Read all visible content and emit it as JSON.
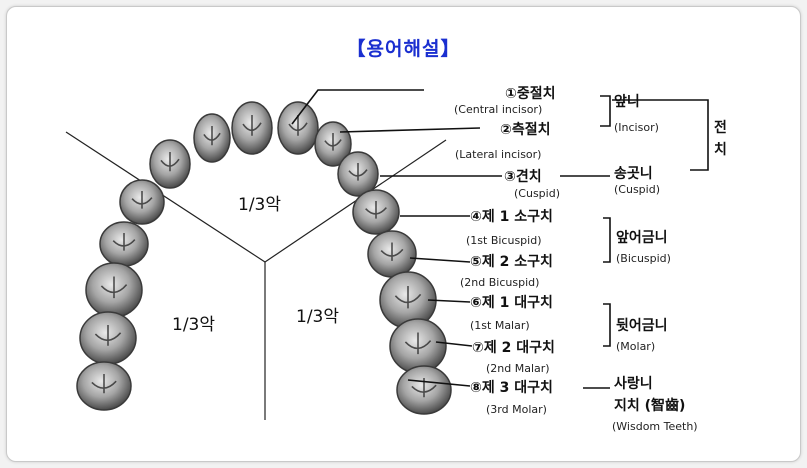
{
  "title": "【용어해설】",
  "colors": {
    "title": "#1a2fd0",
    "frame_border": "#c9c9c9",
    "tooth": "#6a6a6a"
  },
  "sections": [
    "1/3악",
    "1/3악",
    "1/3악"
  ],
  "teeth": [
    {
      "label": "①중절치",
      "sub": "(Central incisor)"
    },
    {
      "label": "②측절치",
      "sub": "(Lateral incisor)"
    },
    {
      "label": "③견치",
      "sub": "(Cuspid)"
    },
    {
      "label": "④제 1 소구치",
      "sub": "(1st Bicuspid)"
    },
    {
      "label": "⑤제 2 소구치",
      "sub": "(2nd Bicuspid)"
    },
    {
      "label": "⑥제 1 대구치",
      "sub": "(1st Malar)"
    },
    {
      "label": "⑦제 2 대구치",
      "sub": "(2nd Malar)"
    },
    {
      "label": "⑧제 3 대구치",
      "sub": "(3rd Molar)"
    }
  ],
  "groups": [
    {
      "label": "앞니",
      "sub": "(Incisor)"
    },
    {
      "label": "송곳니",
      "sub": "(Cuspid)"
    },
    {
      "label": "앞어금니",
      "sub": "(Bicuspid)"
    },
    {
      "label": "뒷어금니",
      "sub": "(Molar)"
    },
    {
      "label": "사랑니",
      "label2": "지치 (智齒)",
      "sub": "(Wisdom Teeth)"
    }
  ],
  "anterior": {
    "line1": "전",
    "line2": "치"
  }
}
